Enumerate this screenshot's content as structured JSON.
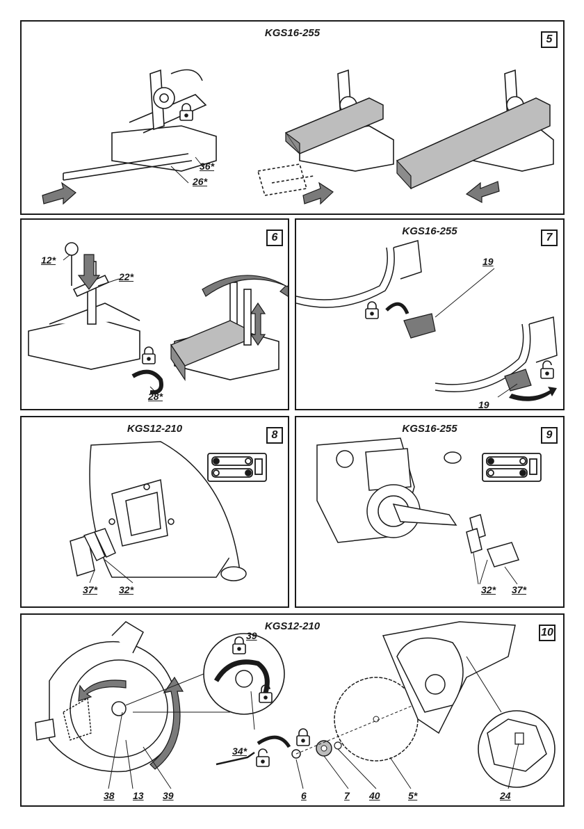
{
  "panels": {
    "p5": {
      "title": "KGS16-255",
      "number": "5",
      "labels": [
        "36*",
        "26*"
      ]
    },
    "p6": {
      "title": "",
      "number": "6",
      "labels": [
        "12*",
        "22*",
        "28*"
      ]
    },
    "p7": {
      "title": "KGS16-255",
      "number": "7",
      "labels": [
        "19",
        "19"
      ]
    },
    "p8": {
      "title": "KGS12-210",
      "number": "8",
      "labels": [
        "37*",
        "32*"
      ]
    },
    "p9": {
      "title": "KGS16-255",
      "number": "9",
      "labels": [
        "32*",
        "37*"
      ]
    },
    "p10": {
      "title": "KGS12-210",
      "number": "10",
      "labels": [
        "39",
        "38",
        "13",
        "39",
        "34*",
        "6",
        "7",
        "40",
        "5*",
        "24"
      ]
    }
  },
  "icons": [
    "padlock-closed-icon",
    "padlock-open-icon",
    "direction-arrow-icon",
    "battery-icon"
  ],
  "colors": {
    "line": "#1a1a1a",
    "arrow_fill": "#7a7a7a",
    "wood_top": "#bdbdbd",
    "wood_side": "#8c8c8c"
  }
}
